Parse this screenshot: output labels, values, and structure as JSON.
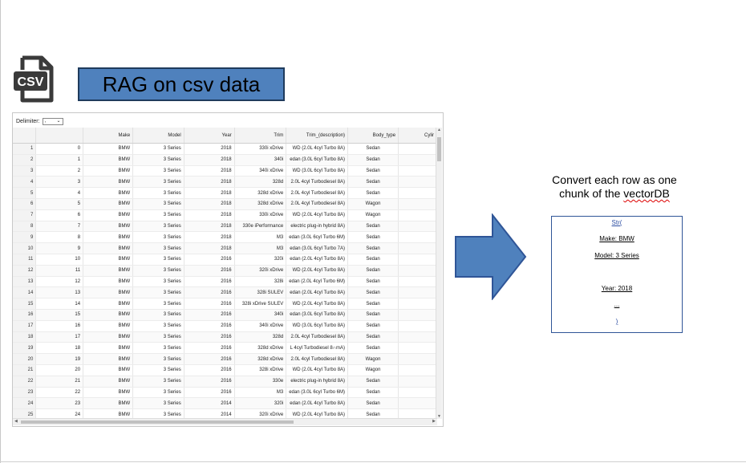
{
  "title": "RAG on csv data",
  "icon_label": "CSV",
  "caption": {
    "line1": "Convert  each row as one",
    "line2_prefix": "chunk of the ",
    "line2_word": "vectorDB"
  },
  "chunk": {
    "open": "Str(",
    "make": "Make: BMW",
    "model": "Model: 3 Series",
    "year": "Year: 2018",
    "ellipsis": "...",
    "close": ")"
  },
  "grid": {
    "delimiter_label": "Delimiter:",
    "delimiter_value": ",",
    "columns": [
      "",
      "",
      "Make",
      "Model",
      "Year",
      "Trim",
      "Trim_(description)",
      "Body_type",
      "Cylir"
    ],
    "rows": [
      [
        "1",
        "0",
        "BMW",
        "3 Series",
        "2018",
        "330i xDrive",
        "WD (2.0L 4cyl Turbo 8A)",
        "Sedan",
        ""
      ],
      [
        "2",
        "1",
        "BMW",
        "3 Series",
        "2018",
        "340i",
        "edan (3.0L 6cyl Turbo 8A)",
        "Sedan",
        ""
      ],
      [
        "3",
        "2",
        "BMW",
        "3 Series",
        "2018",
        "340i xDrive",
        "WD (3.0L 6cyl Turbo 8A)",
        "Sedan",
        ""
      ],
      [
        "4",
        "3",
        "BMW",
        "3 Series",
        "2018",
        "328d",
        "2.0L 4cyl Turbodiesel 8A)",
        "Sedan",
        ""
      ],
      [
        "5",
        "4",
        "BMW",
        "3 Series",
        "2018",
        "328d xDrive",
        "2.0L 4cyl Turbodiesel 8A)",
        "Sedan",
        ""
      ],
      [
        "6",
        "5",
        "BMW",
        "3 Series",
        "2018",
        "328d xDrive",
        "2.0L 4cyl Turbodiesel 8A)",
        "Wagon",
        ""
      ],
      [
        "7",
        "6",
        "BMW",
        "3 Series",
        "2018",
        "330i xDrive",
        "WD (2.0L 4cyl Turbo 8A)",
        "Wagon",
        ""
      ],
      [
        "8",
        "7",
        "BMW",
        "3 Series",
        "2018",
        "330e iPerformance",
        "electric plug-in hybrid 8A)",
        "Sedan",
        ""
      ],
      [
        "9",
        "8",
        "BMW",
        "3 Series",
        "2018",
        "M3",
        "edan (3.0L 6cyl Turbo 6M)",
        "Sedan",
        ""
      ],
      [
        "10",
        "9",
        "BMW",
        "3 Series",
        "2018",
        "M3",
        "edan (3.0L 6cyl Turbo 7A)",
        "Sedan",
        ""
      ],
      [
        "11",
        "10",
        "BMW",
        "3 Series",
        "2016",
        "320i",
        "edan (2.0L 4cyl Turbo 8A)",
        "Sedan",
        ""
      ],
      [
        "12",
        "11",
        "BMW",
        "3 Series",
        "2016",
        "320i xDrive",
        "WD (2.0L 4cyl Turbo 8A)",
        "Sedan",
        ""
      ],
      [
        "13",
        "12",
        "BMW",
        "3 Series",
        "2016",
        "328i",
        "edan (2.0L 4cyl Turbo 6M)",
        "Sedan",
        ""
      ],
      [
        "14",
        "13",
        "BMW",
        "3 Series",
        "2016",
        "328i SULEV",
        "edan (2.0L 4cyl Turbo 8A)",
        "Sedan",
        ""
      ],
      [
        "15",
        "14",
        "BMW",
        "3 Series",
        "2016",
        "328i xDrive SULEV",
        "WD (2.0L 4cyl Turbo 8A)",
        "Sedan",
        ""
      ],
      [
        "16",
        "15",
        "BMW",
        "3 Series",
        "2016",
        "340i",
        "edan (3.0L 6cyl Turbo 8A)",
        "Sedan",
        ""
      ],
      [
        "17",
        "16",
        "BMW",
        "3 Series",
        "2016",
        "340i xDrive",
        "WD (3.0L 6cyl Turbo 8A)",
        "Sedan",
        ""
      ],
      [
        "18",
        "17",
        "BMW",
        "3 Series",
        "2016",
        "328d",
        "2.0L 4cyl Turbodiesel 8A)",
        "Sedan",
        ""
      ],
      [
        "19",
        "18",
        "BMW",
        "3 Series",
        "2016",
        "328d xDrive",
        "L 4cyl Turbodiesel 8∩mA)",
        "Sedan",
        ""
      ],
      [
        "20",
        "19",
        "BMW",
        "3 Series",
        "2016",
        "328d xDrive",
        "2.0L 4cyl Turbodiesel 8A)",
        "Wagon",
        ""
      ],
      [
        "21",
        "20",
        "BMW",
        "3 Series",
        "2016",
        "328i xDrive",
        "WD (2.0L 4cyl Turbo 8A)",
        "Wagon",
        ""
      ],
      [
        "22",
        "21",
        "BMW",
        "3 Series",
        "2016",
        "330e",
        "electric plug-in hybrid 8A)",
        "Sedan",
        ""
      ],
      [
        "23",
        "22",
        "BMW",
        "3 Series",
        "2016",
        "M3",
        "edan (3.0L 6cyl Turbo 6M)",
        "Sedan",
        ""
      ],
      [
        "24",
        "23",
        "BMW",
        "3 Series",
        "2014",
        "320i",
        "edan (2.0L 4cyl Turbo 8A)",
        "Sedan",
        ""
      ],
      [
        "25",
        "24",
        "BMW",
        "3 Series",
        "2014",
        "320i xDrive",
        "WD (2.0L 4cyl Turbo 8A)",
        "Sedan",
        ""
      ]
    ]
  },
  "colors": {
    "title_bg": "#4f81bd",
    "arrow": "#4f81bd",
    "chunk_border": "#2f5597"
  }
}
